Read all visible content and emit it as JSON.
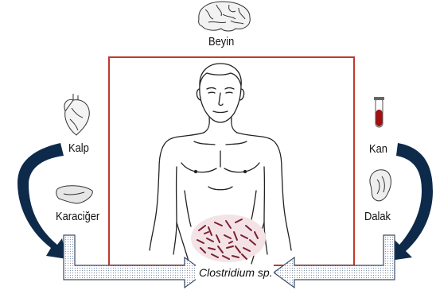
{
  "labels": {
    "brain": "Beyin",
    "heart": "Kalp",
    "liver": "Karaciğer",
    "blood": "Kan",
    "spleen": "Dalak",
    "bacteria": "Clostridium sp."
  },
  "colors": {
    "frame": "#c0392b",
    "arrow_fill": "#0d2a4a",
    "blood": "#a01010",
    "bacteria": "#7a2030"
  },
  "icons": [
    "brain-icon",
    "heart-icon",
    "liver-icon",
    "blood-tube-icon",
    "spleen-icon",
    "human-torso-figure"
  ]
}
